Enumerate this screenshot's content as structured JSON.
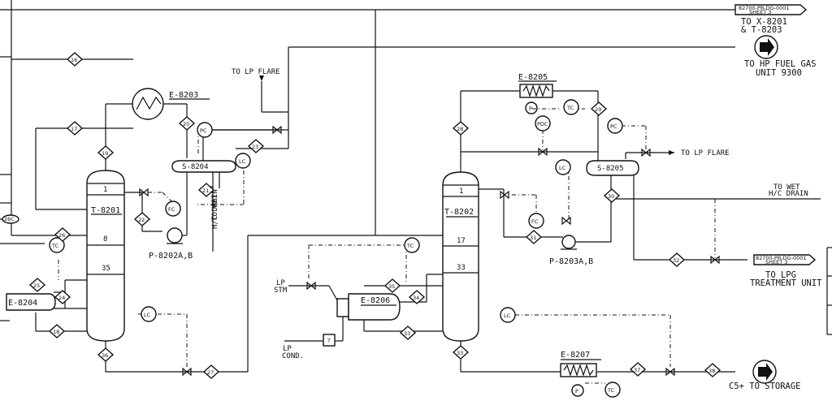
{
  "columns": {
    "t8201": {
      "tag": "T-8201",
      "trays": [
        "1",
        "8",
        "35"
      ]
    },
    "t8202": {
      "tag": "T-8202",
      "trays": [
        "1",
        "17",
        "33"
      ]
    }
  },
  "exchangers": {
    "e8203": "E-8203",
    "e8204": "E-8204",
    "e8205": "E-8205",
    "e8206": "E-8206",
    "e8207": "E-8207"
  },
  "drums": {
    "s8204": "S-8204",
    "s8205": "S-8205"
  },
  "pumps": {
    "p8202": "P-8202A,B",
    "p8203": "P-8203A,B"
  },
  "instruments": {
    "tc": "TC",
    "pc": "PC",
    "lc": "LC",
    "fc": "FC",
    "pdc": "PDC",
    "t": "T",
    "p": "P"
  },
  "streams": [
    "16",
    "17",
    "19",
    "20",
    "21",
    "22",
    "23",
    "24",
    "25",
    "26",
    "27",
    "28",
    "29",
    "30",
    "31",
    "32",
    "33",
    "34",
    "35",
    "36",
    "37",
    "38"
  ],
  "stream_26c": "26C",
  "labels": {
    "to_lp_flare_top": "TO LP FLARE",
    "to_lp_flare_right": "TO LP FLARE",
    "to_x8201_1": "TO X-8201",
    "to_x8201_2": "& T-8203",
    "hp_fuel_gas_1": "TO HP FUEL GAS",
    "hp_fuel_gas_2": "UNIT 9300",
    "wet_drain_left_1": "TO WET",
    "wet_drain_left_2": "H/C DRAIN",
    "wet_drain_right_1": "TO WET",
    "wet_drain_right_2": "H/C DRAIN",
    "lp_stm_1": "LP",
    "lp_stm_2": "STM",
    "lp_cond_1": "LP",
    "lp_cond_2": "COND.",
    "to_lpg_1": "TO LPG",
    "to_lpg_2": "TREATMENT UNIT",
    "c5_storage": "C5+ TO STORAGE",
    "sheet_ref_top_1": "82700-PR-DG-0001",
    "sheet_ref_top_2": "SHEET 3",
    "sheet_ref_mid_1": "82700-PR-DG-0001",
    "sheet_ref_mid_2": "SHEET 3"
  }
}
